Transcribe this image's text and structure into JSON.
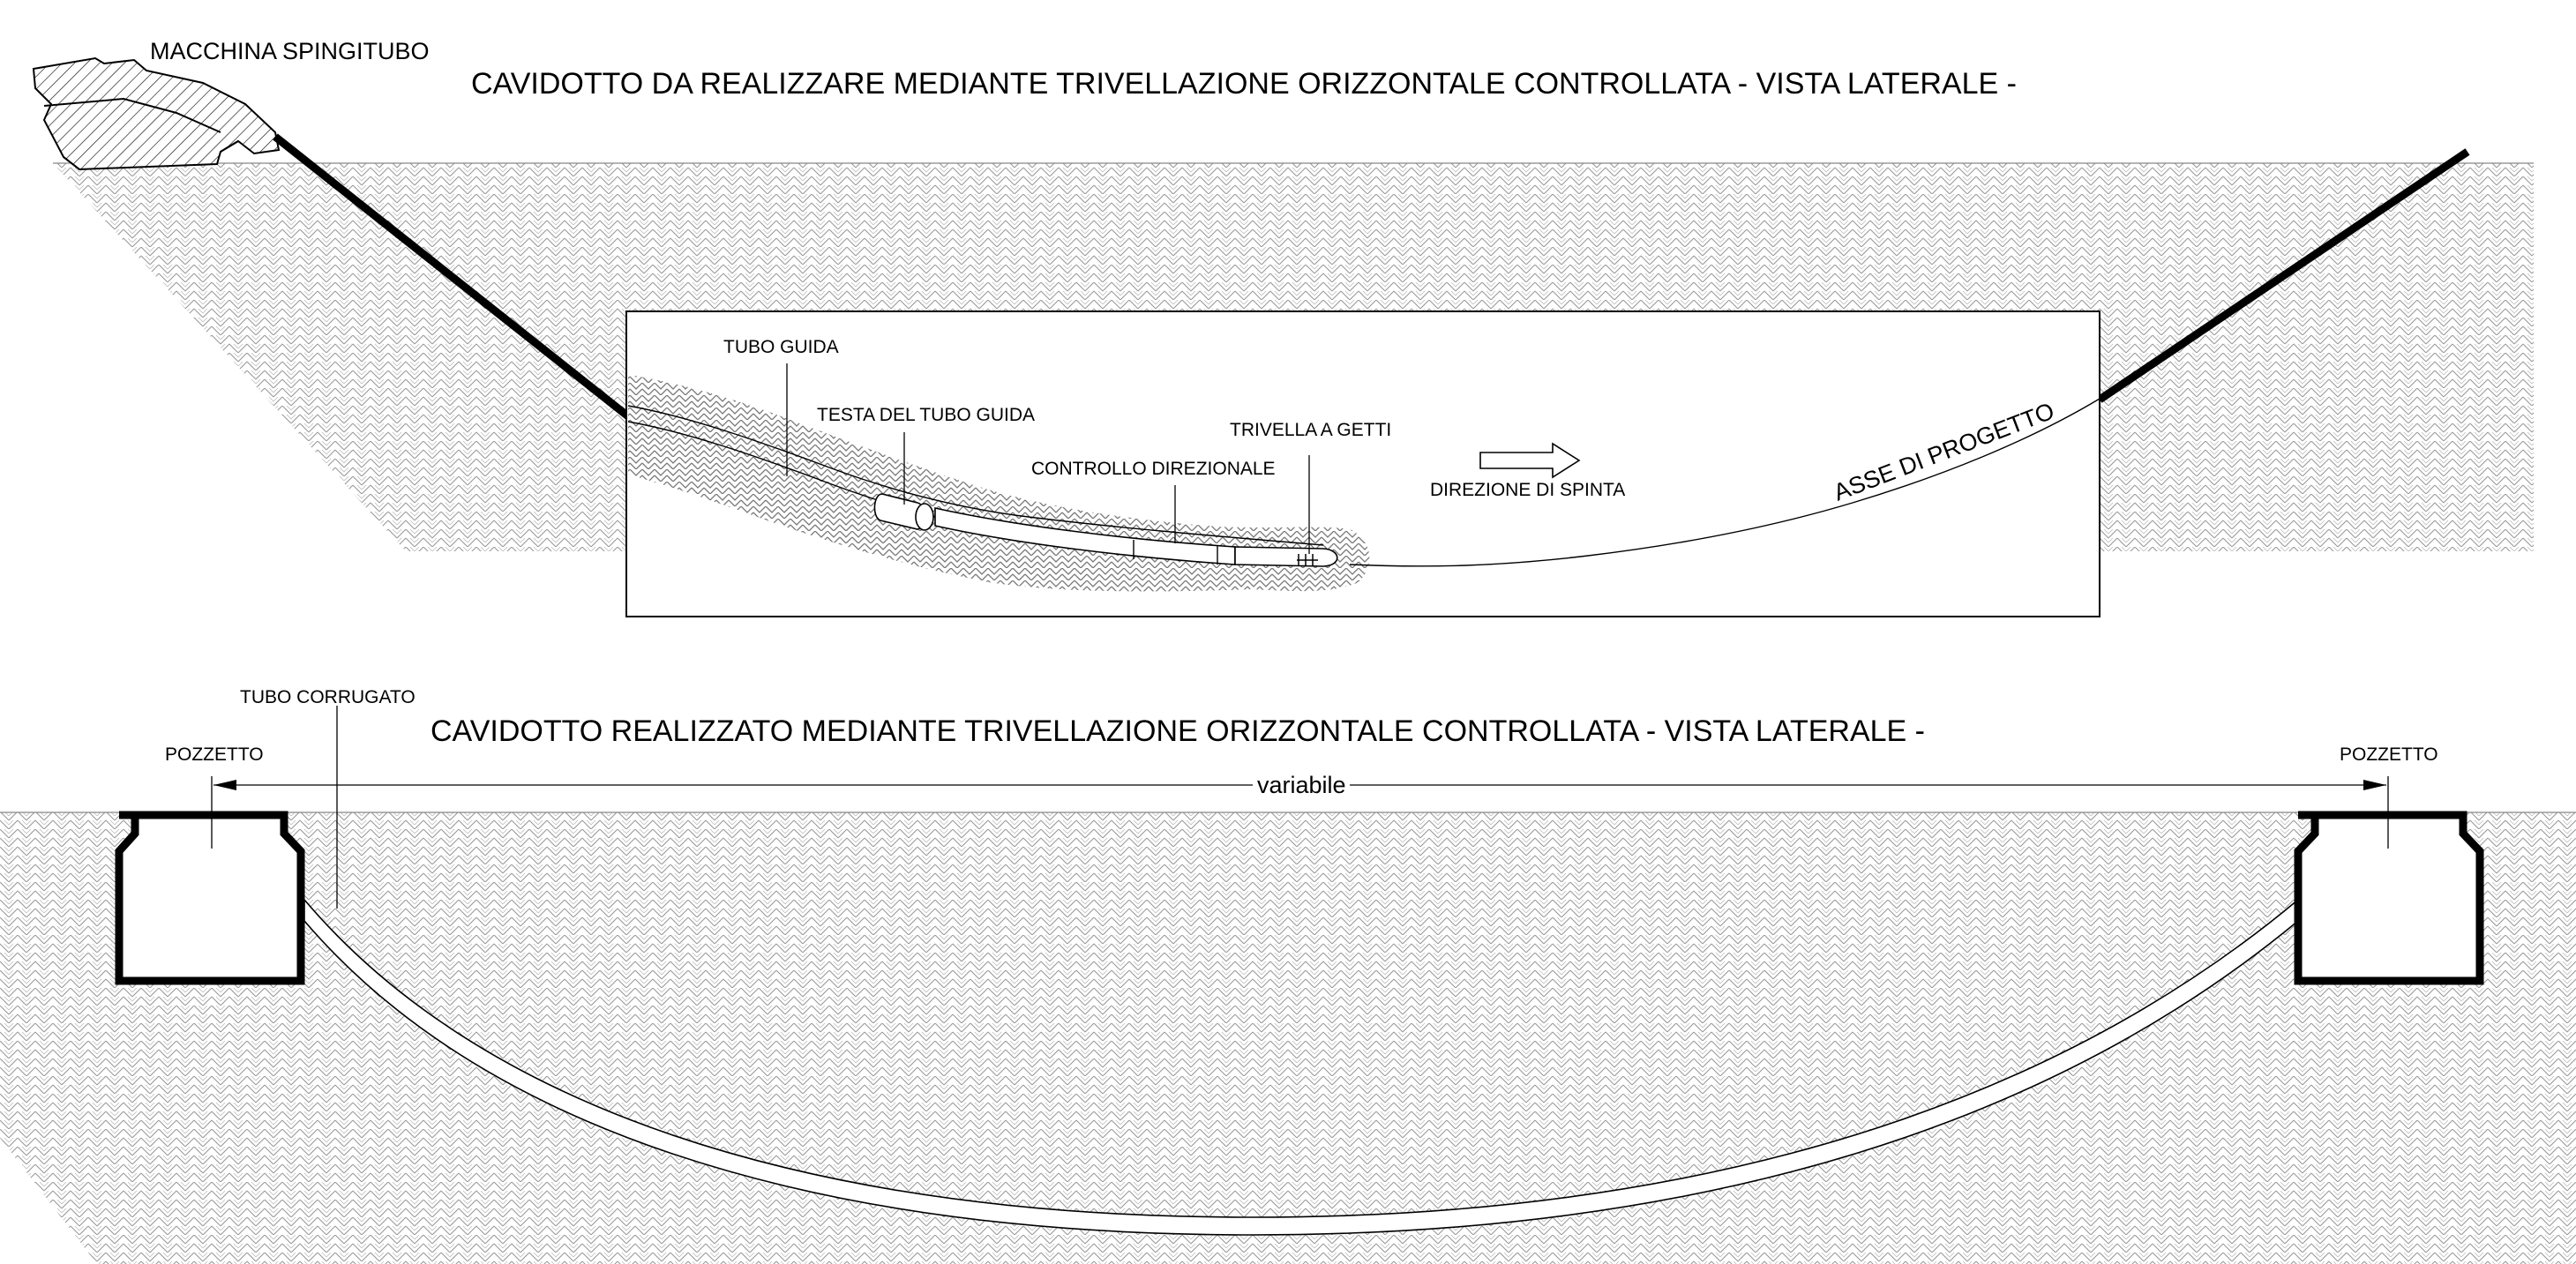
{
  "top_view": {
    "title": "CAVIDOTTO DA REALIZZARE MEDIANTE TRIVELLAZIONE ORIZZONTALE CONTROLLATA - VISTA LATERALE -",
    "machine_label": "MACCHINA SPINGITUBO",
    "labels": {
      "tubo_guida": "TUBO GUIDA",
      "testa_tubo_guida": "TESTA DEL TUBO GUIDA",
      "controllo_direzionale": "CONTROLLO DIREZIONALE",
      "trivella_a_getti": "TRIVELLA A GETTI",
      "direzione_di_spinta": "DIREZIONE DI SPINTA",
      "asse_di_progetto": "ASSE DI PROGETTO"
    }
  },
  "bottom_view": {
    "title": "CAVIDOTTO REALIZZATO MEDIANTE TRIVELLAZIONE ORIZZONTALE CONTROLLATA - VISTA LATERALE -",
    "tubo_corrugato": "TUBO CORRUGATO",
    "pozzetto_left": "POZZETTO",
    "pozzetto_right": "POZZETTO",
    "dimension_label": "variabile"
  }
}
